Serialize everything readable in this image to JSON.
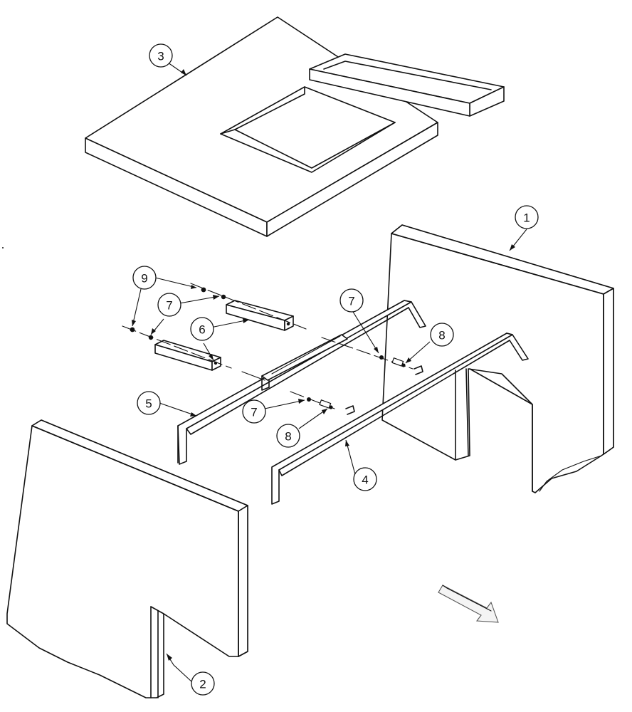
{
  "callouts": {
    "c1": "1",
    "c2": "2",
    "c3": "3",
    "c4": "4",
    "c5": "5",
    "c6": "6",
    "c7a": "7",
    "c7b": "7",
    "c7c": "7",
    "c8a": "8",
    "c8b": "8",
    "c9": "9"
  },
  "icons": {
    "direction_arrow": "front-direction-arrow-icon"
  }
}
